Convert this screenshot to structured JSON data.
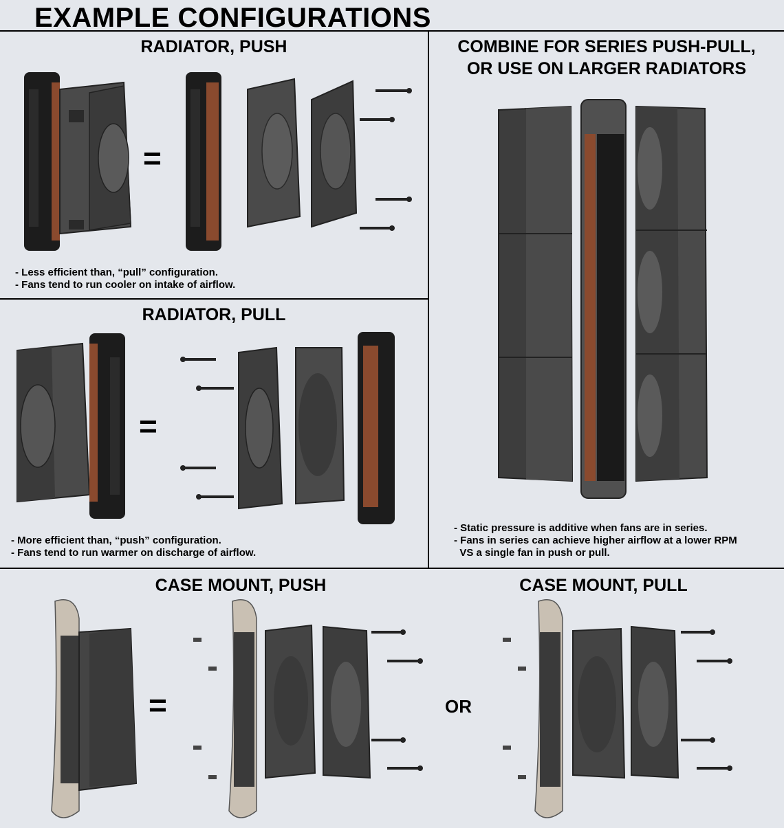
{
  "page_title": "EXAMPLE CONFIGURATIONS",
  "sections": {
    "radiator_push": {
      "title": "RADIATOR, PUSH",
      "notes": [
        "- Less efficient than, “pull” configuration.",
        "- Fans tend to run cooler on intake of airflow."
      ]
    },
    "radiator_pull": {
      "title": "RADIATOR, PULL",
      "notes": [
        "- More efficient than, “push” configuration.",
        "- Fans tend to run warmer on discharge of airflow."
      ]
    },
    "series": {
      "title_line1": "COMBINE FOR SERIES PUSH-PULL,",
      "title_line2": "OR USE ON LARGER RADIATORS",
      "notes": [
        "- Static pressure is additive when fans are in series.",
        "- Fans in series can achieve higher airflow at a lower RPM",
        "  VS a single fan in push or pull."
      ]
    },
    "case_push": {
      "title": "CASE MOUNT, PUSH"
    },
    "case_pull": {
      "title": "CASE MOUNT, PULL"
    }
  },
  "symbols": {
    "equals": "=",
    "or": "OR"
  },
  "colors": {
    "fan_dark": "#3a3a3a",
    "fan_mid": "#4a4a4a",
    "radiator_copper": "#8a4a2e",
    "case_panel": "#c9c0b3",
    "background": "#e4e7ec"
  }
}
